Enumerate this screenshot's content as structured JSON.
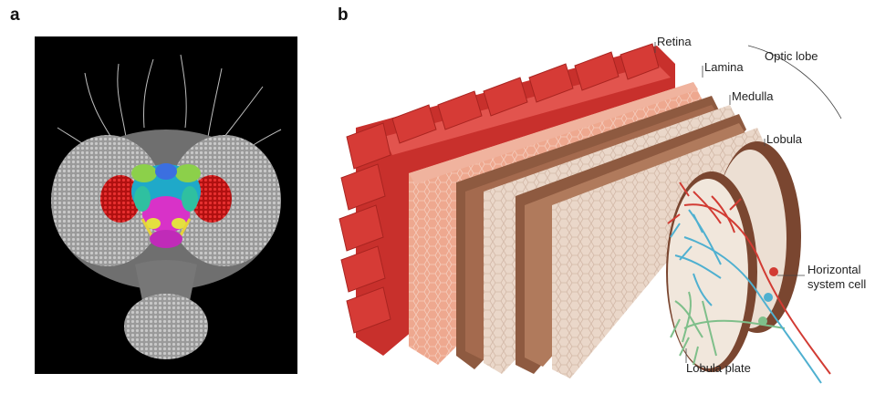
{
  "panels": {
    "a": {
      "letter": "a"
    },
    "b": {
      "letter": "b"
    }
  },
  "labels": {
    "retina": "Retina",
    "lamina": "Lamina",
    "medulla": "Medulla",
    "optic_lobe": "Optic lobe",
    "lobula": "Lobula",
    "horizontal_system_cell": [
      "Horizontal",
      "system cell"
    ],
    "lobula_plate": "Lobula plate"
  },
  "colors": {
    "retina": "#c8302c",
    "retina_light": "#e2544e",
    "lamina": "#e9a58f",
    "lamina_cell": "#f2c2b1",
    "medulla_dark": "#8e5a40",
    "medulla_light": "#e9d4c5",
    "lobula": "#7a4630",
    "neuron_red": "#d23b33",
    "neuron_blue": "#4fb0d0",
    "neuron_green": "#7fbf8a",
    "photo_background": "#000000"
  }
}
